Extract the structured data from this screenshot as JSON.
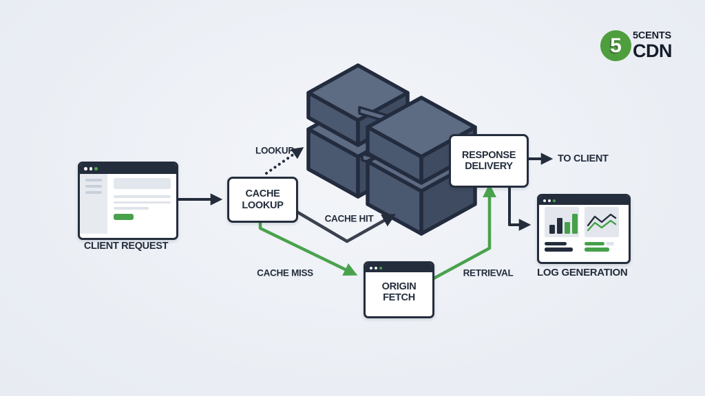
{
  "logo": {
    "badge": "5",
    "name_top": "5CENTS",
    "name_bottom": "CDN"
  },
  "nodes": {
    "client_request": {
      "label": "CLIENT REQUEST"
    },
    "cache_lookup": {
      "label": "CACHE\nLOOKUP"
    },
    "origin_fetch": {
      "label": "ORIGIN\nFETCH"
    },
    "response_delivery": {
      "label": "RESPONSE\nDELIVERY"
    },
    "log_generation": {
      "label": "LOG GENERATION"
    }
  },
  "edges": {
    "lookup": {
      "label": "LOOKUP",
      "style": "dotted",
      "color": "#242d3c"
    },
    "cache_hit": {
      "label": "CACHE HIT",
      "style": "solid",
      "color": "#3a424e"
    },
    "cache_miss": {
      "label": "CACHE MISS",
      "style": "solid",
      "color": "#4aa24d"
    },
    "retrieval": {
      "label": "RETRIEVAL",
      "style": "solid",
      "color": "#4aa24d"
    },
    "to_client": {
      "label": "TO CLIENT",
      "style": "solid",
      "color": "#242d3c"
    }
  },
  "colors": {
    "background": "#eaeef4",
    "dark_navy": "#242d3c",
    "accent_green": "#4aa24d",
    "logo_green": "#4f9e3e",
    "server_top_face": "#5d6b83",
    "server_left_face": "#4a5870",
    "server_right_face": "#3f4b61",
    "panel_gray": "#e3e7ed"
  }
}
